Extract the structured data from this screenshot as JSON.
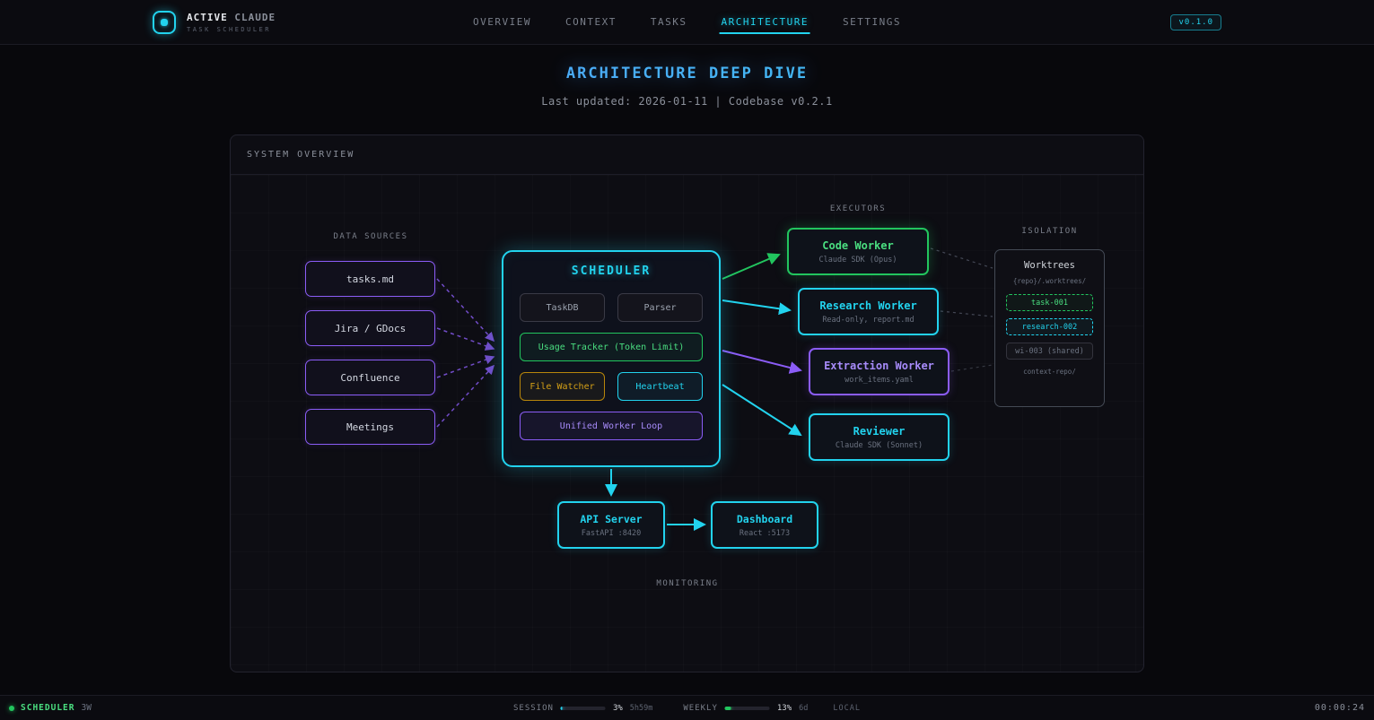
{
  "brand": {
    "name_primary": "ACTIVE",
    "name_secondary": "CLAUDE",
    "subtitle": "TASK SCHEDULER"
  },
  "header": {
    "version": "v0.1.0"
  },
  "nav": {
    "items": [
      {
        "label": "OVERVIEW",
        "active": false
      },
      {
        "label": "CONTEXT",
        "active": false
      },
      {
        "label": "TASKS",
        "active": false
      },
      {
        "label": "ARCHITECTURE",
        "active": true
      },
      {
        "label": "SETTINGS",
        "active": false
      }
    ]
  },
  "page": {
    "title": "ARCHITECTURE DEEP DIVE",
    "subtitle": "Last updated: 2026-01-11 | Codebase v0.2.1"
  },
  "panel": {
    "header": "SYSTEM OVERVIEW"
  },
  "diagram": {
    "data_sources": {
      "label": "DATA SOURCES",
      "items": [
        "tasks.md",
        "Jira / GDocs",
        "Confluence",
        "Meetings"
      ]
    },
    "scheduler": {
      "title": "SCHEDULER",
      "taskdb": "TaskDB",
      "parser": "Parser",
      "usage_tracker": "Usage Tracker (Token Limit)",
      "file_watcher": "File Watcher",
      "heartbeat": "Heartbeat",
      "worker_loop": "Unified Worker Loop"
    },
    "executors": {
      "label": "EXECUTORS",
      "items": [
        {
          "title": "Code Worker",
          "subtitle": "Claude SDK (Opus)",
          "color": "green"
        },
        {
          "title": "Research Worker",
          "subtitle": "Read-only, report.md",
          "color": "cyan"
        },
        {
          "title": "Extraction Worker",
          "subtitle": "work_items.yaml",
          "color": "purple"
        },
        {
          "title": "Reviewer",
          "subtitle": "Claude SDK (Sonnet)",
          "color": "cyan"
        }
      ]
    },
    "isolation": {
      "label": "ISOLATION",
      "title": "Worktrees",
      "path": "{repo}/.worktrees/",
      "entries": [
        {
          "label": "task-001",
          "color": "green"
        },
        {
          "label": "research-002",
          "color": "cyan"
        },
        {
          "label": "wi-003 (shared)",
          "color": "gray"
        }
      ],
      "footer": "context-repo/"
    },
    "monitoring": {
      "label": "MONITORING",
      "api_server": {
        "title": "API Server",
        "subtitle": "FastAPI :8420"
      },
      "dashboard": {
        "title": "Dashboard",
        "subtitle": "React :5173"
      }
    }
  },
  "statusbar": {
    "scheduler_label": "SCHEDULER",
    "scheduler_badge": "3W",
    "session": {
      "label": "SESSION",
      "value": 3,
      "percent": "3%",
      "remaining": "5h59m"
    },
    "weekly": {
      "label": "WEEKLY",
      "value": 13,
      "percent": "13%",
      "remaining": "6d"
    },
    "local_label": "LOCAL",
    "clock": "00:00:24"
  },
  "colors": {
    "accent_cyan": "#22d3ee",
    "accent_green": "#22c55e",
    "accent_purple": "#8b5cf6",
    "accent_amber": "#d4a017"
  }
}
